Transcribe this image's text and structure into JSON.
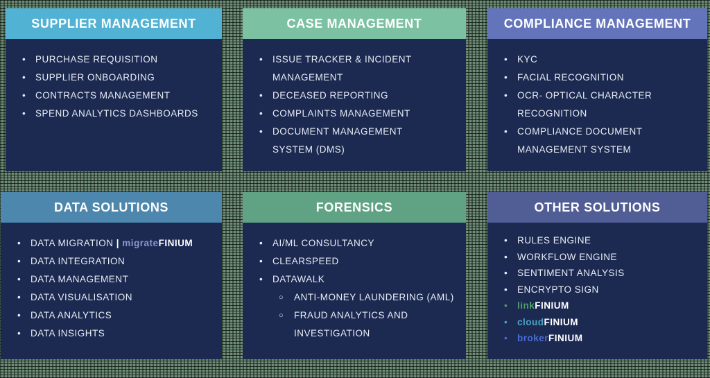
{
  "colors": {
    "panel_bg": "#1c2a52",
    "text": "#e8ecf4",
    "migrate_accent": "#8b97cf",
    "link_accent": "#4f9e68",
    "cloud_accent": "#4ba3c4",
    "broker_accent": "#4a6cd3"
  },
  "cards": [
    {
      "id": "supplier-management",
      "title": "SUPPLIER MANAGEMENT",
      "header_color": "#52b2d4",
      "items": [
        {
          "parts": [
            {
              "text": "PURCHASE REQUISITION"
            }
          ]
        },
        {
          "parts": [
            {
              "text": "SUPPLIER ONBOARDING"
            }
          ]
        },
        {
          "parts": [
            {
              "text": "CONTRACTS MANAGEMENT"
            }
          ]
        },
        {
          "parts": [
            {
              "text": "SPEND ANALYTICS DASHBOARDS"
            }
          ]
        }
      ]
    },
    {
      "id": "case-management",
      "title": "CASE MANAGEMENT",
      "header_color": "#7cc2a2",
      "items": [
        {
          "parts": [
            {
              "text": "ISSUE TRACKER & INCIDENT\nMANAGEMENT"
            }
          ]
        },
        {
          "parts": [
            {
              "text": "DECEASED REPORTING"
            }
          ]
        },
        {
          "parts": [
            {
              "text": "COMPLAINTS MANAGEMENT"
            }
          ]
        },
        {
          "parts": [
            {
              "text": "DOCUMENT MANAGEMENT\nSYSTEM (DMS)"
            }
          ]
        }
      ]
    },
    {
      "id": "compliance-management",
      "title": "COMPLIANCE MANAGEMENT",
      "header_color": "#6374bb",
      "items": [
        {
          "parts": [
            {
              "text": "KYC"
            }
          ]
        },
        {
          "parts": [
            {
              "text": "FACIAL RECOGNITION"
            }
          ]
        },
        {
          "parts": [
            {
              "text": "OCR- OPTICAL CHARACTER\nRECOGNITION"
            }
          ]
        },
        {
          "parts": [
            {
              "text": "COMPLIANCE DOCUMENT\nMANAGEMENT SYSTEM"
            }
          ]
        }
      ]
    },
    {
      "id": "data-solutions",
      "title": "DATA SOLUTIONS",
      "header_color": "#4d87ad",
      "items": [
        {
          "parts": [
            {
              "text": "DATA MIGRATION "
            },
            {
              "text": " | ",
              "bold": true
            },
            {
              "text": "migrate",
              "color": "#8b97cf",
              "bold": true
            },
            {
              "text": "FINIUM",
              "bold": true
            }
          ]
        },
        {
          "parts": [
            {
              "text": "DATA INTEGRATION"
            }
          ]
        },
        {
          "parts": [
            {
              "text": "DATA MANAGEMENT"
            }
          ]
        },
        {
          "parts": [
            {
              "text": "DATA VISUALISATION"
            }
          ]
        },
        {
          "parts": [
            {
              "text": "DATA ANALYTICS"
            }
          ]
        },
        {
          "parts": [
            {
              "text": "DATA INSIGHTS"
            }
          ]
        }
      ]
    },
    {
      "id": "forensics",
      "title": "FORENSICS",
      "header_color": "#60a384",
      "items": [
        {
          "parts": [
            {
              "text": "AI/ML CONSULTANCY"
            }
          ]
        },
        {
          "parts": [
            {
              "text": "CLEARSPEED"
            }
          ]
        },
        {
          "parts": [
            {
              "text": "DATAWALK"
            }
          ]
        },
        {
          "indent": 1,
          "parts": [
            {
              "text": "ANTI-MONEY LAUNDERING (AML)"
            }
          ]
        },
        {
          "indent": 1,
          "parts": [
            {
              "text": "FRAUD ANALYTICS AND\nINVESTIGATION"
            }
          ]
        }
      ]
    },
    {
      "id": "other-solutions",
      "title": "OTHER SOLUTIONS",
      "header_color": "#515e96",
      "tight": true,
      "items": [
        {
          "parts": [
            {
              "text": "RULES ENGINE"
            }
          ]
        },
        {
          "parts": [
            {
              "text": "WORKFLOW ENGINE"
            }
          ]
        },
        {
          "parts": [
            {
              "text": "SENTIMENT ANALYSIS"
            }
          ]
        },
        {
          "parts": [
            {
              "text": "ENCRYPTO SIGN"
            }
          ]
        },
        {
          "bullet_color": "#4f9e68",
          "parts": [
            {
              "text": "link",
              "color": "#4f9e68",
              "bold": true
            },
            {
              "text": "FINIUM",
              "bold": true
            }
          ]
        },
        {
          "bullet_color": "#4ba3c4",
          "parts": [
            {
              "text": "cloud",
              "color": "#4ba3c4",
              "bold": true
            },
            {
              "text": "FINIUM",
              "bold": true
            }
          ]
        },
        {
          "bullet_color": "#4a6cd3",
          "parts": [
            {
              "text": "broker",
              "color": "#4a6cd3",
              "bold": true
            },
            {
              "text": "FINIUM",
              "bold": true
            }
          ]
        }
      ]
    }
  ]
}
